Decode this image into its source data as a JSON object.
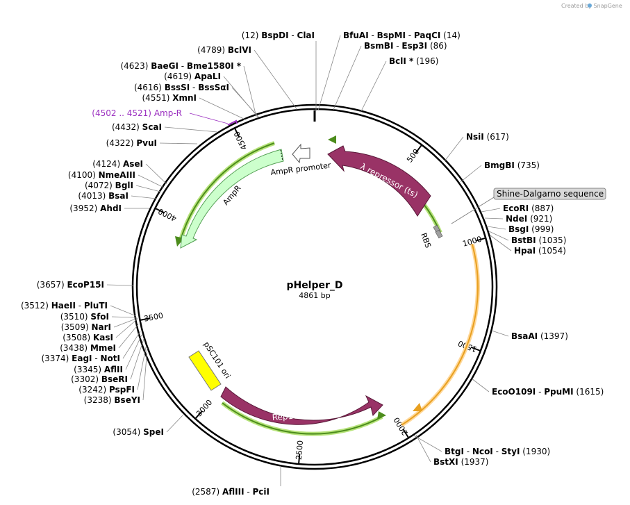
{
  "credit": "Created by SnapGene",
  "plasmid": {
    "name": "pHelper_D",
    "size_label": "4861 bp"
  },
  "site_labels": [
    {
      "pos": "(12)",
      "names": [
        "BspDI",
        "ClaI"
      ]
    },
    {
      "pos": "(4789)",
      "names": [
        "BclVI"
      ]
    },
    {
      "pos": "(4623)",
      "names": [
        "BaeGI",
        "Bme1580I *"
      ]
    },
    {
      "pos": "(4619)",
      "names": [
        "ApaLI"
      ]
    },
    {
      "pos": "(4616)",
      "names": [
        "BssSI",
        "BssSαI"
      ]
    },
    {
      "pos": "(4551)",
      "names": [
        "XmnI"
      ]
    },
    {
      "pos": "(4432)",
      "names": [
        "ScaI"
      ]
    },
    {
      "pos": "(4322)",
      "names": [
        "PvuI"
      ]
    },
    {
      "pos": "(4124)",
      "names": [
        "AseI"
      ]
    },
    {
      "pos": "(4100)",
      "names": [
        "NmeAIII"
      ]
    },
    {
      "pos": "(4072)",
      "names": [
        "BglI"
      ]
    },
    {
      "pos": "(4013)",
      "names": [
        "BsaI"
      ]
    },
    {
      "pos": "(3952)",
      "names": [
        "AhdI"
      ]
    },
    {
      "pos": "(3657)",
      "names": [
        "EcoP15I"
      ]
    },
    {
      "pos": "(3512)",
      "names": [
        "HaeII",
        "PluTI"
      ]
    },
    {
      "pos": "(3510)",
      "names": [
        "SfoI"
      ]
    },
    {
      "pos": "(3509)",
      "names": [
        "NarI"
      ]
    },
    {
      "pos": "(3508)",
      "names": [
        "KasI"
      ]
    },
    {
      "pos": "(3438)",
      "names": [
        "MmeI"
      ]
    },
    {
      "pos": "(3374)",
      "names": [
        "EagI",
        "NotI"
      ]
    },
    {
      "pos": "(3345)",
      "names": [
        "AflII"
      ]
    },
    {
      "pos": "(3302)",
      "names": [
        "BseRI"
      ]
    },
    {
      "pos": "(3242)",
      "names": [
        "PspFI"
      ]
    },
    {
      "pos": "(3238)",
      "names": [
        "BseYI"
      ]
    },
    {
      "pos": "(3054)",
      "names": [
        "SpeI"
      ]
    },
    {
      "pos": "(2587)",
      "names": [
        "AflIII",
        "PciI"
      ]
    },
    {
      "pos": "(14)",
      "names": [
        "BfuAI",
        "BspMI",
        "PaqCI"
      ]
    },
    {
      "pos": "(86)",
      "names": [
        "BsmBI",
        "Esp3I"
      ]
    },
    {
      "pos": "(196)",
      "names": [
        "BclI *"
      ]
    },
    {
      "pos": "(617)",
      "names": [
        "NsiI"
      ]
    },
    {
      "pos": "(735)",
      "names": [
        "BmgBI"
      ]
    },
    {
      "pos": "(887)",
      "names": [
        "EcoRI"
      ]
    },
    {
      "pos": "(921)",
      "names": [
        "NdeI"
      ]
    },
    {
      "pos": "(999)",
      "names": [
        "BsgI"
      ]
    },
    {
      "pos": "(1035)",
      "names": [
        "BstBI"
      ]
    },
    {
      "pos": "(1054)",
      "names": [
        "HpaI"
      ]
    },
    {
      "pos": "(1397)",
      "names": [
        "BsaAI"
      ]
    },
    {
      "pos": "(1615)",
      "names": [
        "EcoO109I",
        "PpuMI"
      ]
    },
    {
      "pos": "(1930)",
      "names": [
        "BtgI",
        "NcoI",
        "StyI"
      ]
    },
    {
      "pos": "(1937)",
      "names": [
        "BstXI"
      ]
    }
  ],
  "primer": {
    "pos": "(4502 .. 4521)",
    "name": "Amp-R"
  },
  "sd_label": "Shine-Dalgarno sequence",
  "features": {
    "lambda_repressor": "λ repressor (ts)",
    "rbs": "RBS",
    "ampr_promoter": "AmpR promoter",
    "ampr": "AmpR",
    "psc101_ori": "pSC101 ori",
    "rep101": "Rep101(Ts)"
  },
  "ticks": [
    "500",
    "1000",
    "1500",
    "2000",
    "2500",
    "3000",
    "3500",
    "4000",
    "4500"
  ],
  "colors": {
    "ring": "#000000",
    "repressor": "#993366",
    "ampr": "#ccffcc",
    "ori": "#ffff00",
    "rbs": "#a0a0a0",
    "orf_green": "#4c8c1c",
    "orf_orange": "#e8a020",
    "primer": "#9b30c0"
  }
}
